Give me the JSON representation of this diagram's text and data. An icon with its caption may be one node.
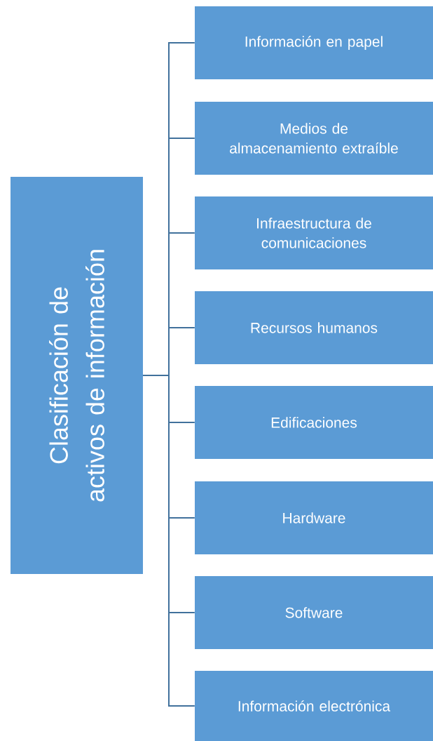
{
  "diagram": {
    "nodes": [
      {
        "text": [
          "Clasificación de activos de información"
        ]
      },
      {
        "text": [
          "Información en papel"
        ]
      },
      {
        "text": [
          "Medios de almacenamiento extraíble"
        ]
      },
      {
        "text": [
          "Infraestructura de comunicaciones"
        ]
      },
      {
        "text": [
          "Recursos humanos"
        ]
      },
      {
        "text": [
          "Edificaciones"
        ]
      },
      {
        "text": [
          "Hardware"
        ]
      },
      {
        "text": [
          "Software"
        ]
      },
      {
        "text": [
          "Información electrónica"
        ]
      }
    ],
    "edges": [
      {
        "from": 0,
        "to": 1,
        "arrow": "none"
      },
      {
        "from": 0,
        "to": 2,
        "arrow": "none"
      },
      {
        "from": 0,
        "to": 3,
        "arrow": "none"
      },
      {
        "from": 0,
        "to": 4,
        "arrow": "none"
      },
      {
        "from": 0,
        "to": 5,
        "arrow": "none"
      },
      {
        "from": 0,
        "to": 6,
        "arrow": "none"
      },
      {
        "from": 0,
        "to": 7,
        "arrow": "none"
      },
      {
        "from": 0,
        "to": 8,
        "arrow": "none"
      }
    ]
  }
}
